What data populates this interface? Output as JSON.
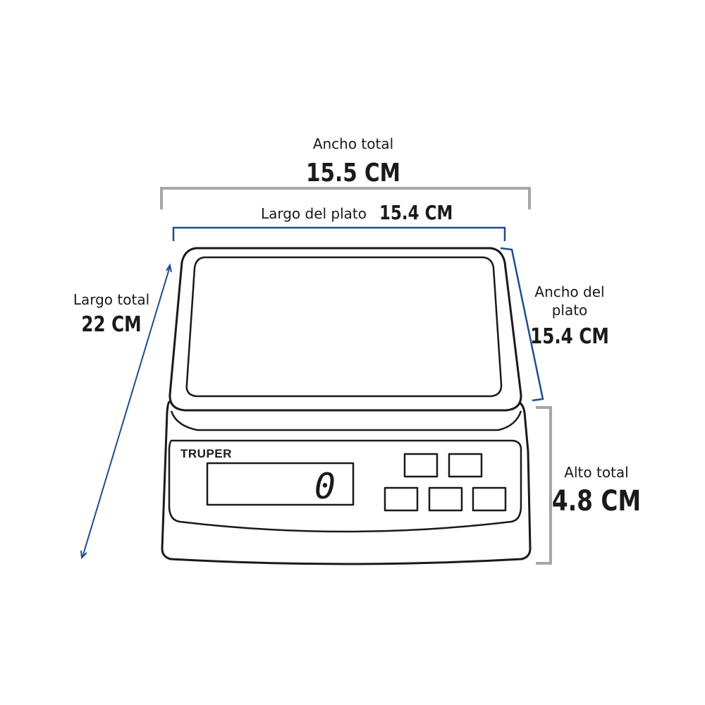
{
  "dimensions": {
    "total_width": {
      "label": "Ancho total",
      "value": "15.5 CM"
    },
    "plate_length": {
      "label": "Largo del plato",
      "value": "15.4 CM"
    },
    "total_length": {
      "label": "Largo total",
      "value": "22 CM"
    },
    "plate_width": {
      "label_line1": "Ancho del",
      "label_line2": "plato",
      "value": "15.4 CM"
    },
    "total_height": {
      "label": "Alto total",
      "value": "4.8 CM"
    }
  },
  "scale": {
    "brand": "TRUPER",
    "display_reading": "0"
  },
  "colors": {
    "outline": "#1a1a1a",
    "total_bracket": "#a6a6a6",
    "plate_bracket": "#1f4e8c"
  }
}
